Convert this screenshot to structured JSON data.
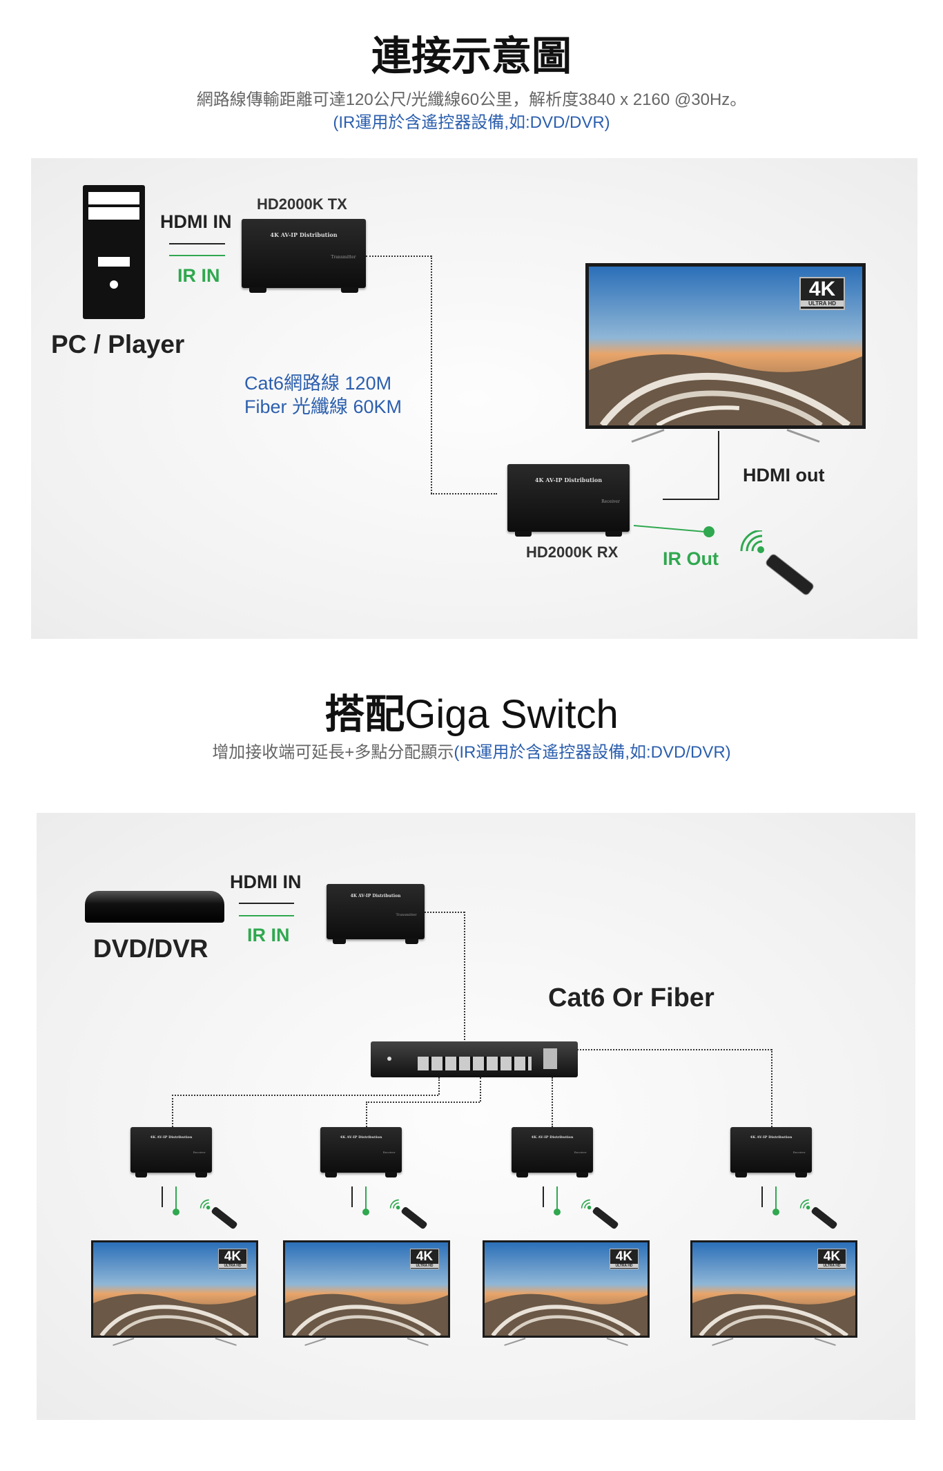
{
  "section1": {
    "title": "連接示意圖",
    "subtitle": "網路線傳輸距離可達120公尺/光纖線60公里，解析度3840 x 2160 @30Hz。",
    "note": "(IR運用於含遙控器設備,如:DVD/DVR)",
    "source_label": "PC / Player",
    "hdmi_in": "HDMI IN",
    "ir_in": "IR IN",
    "tx_label": "HD2000K TX",
    "rx_label": "HD2000K RX",
    "box_text": "4K AV-IP Distribution",
    "tx_sub": "Transmitter",
    "rx_sub": "Receiver",
    "cable_line1": "Cat6網路線 120M",
    "cable_line2": "Fiber 光纖線  60KM",
    "hdmi_out": "HDMI out",
    "ir_out": "IR Out",
    "tv_badge": "4K",
    "tv_badge_sub": "ULTRA HD"
  },
  "section2": {
    "title_cjk": "搭配",
    "title_en": "Giga Switch",
    "subtitle": "增加接收端可延長+多點分配顯示",
    "note": "(IR運用於含遙控器設備,如:DVD/DVR)",
    "source_label": "DVD/DVR",
    "hdmi_in": "HDMI IN",
    "ir_in": "IR IN",
    "cable_label": "Cat6 Or Fiber"
  },
  "colors": {
    "accent_blue": "#2c5fae",
    "ir_green": "#2fa84f"
  }
}
